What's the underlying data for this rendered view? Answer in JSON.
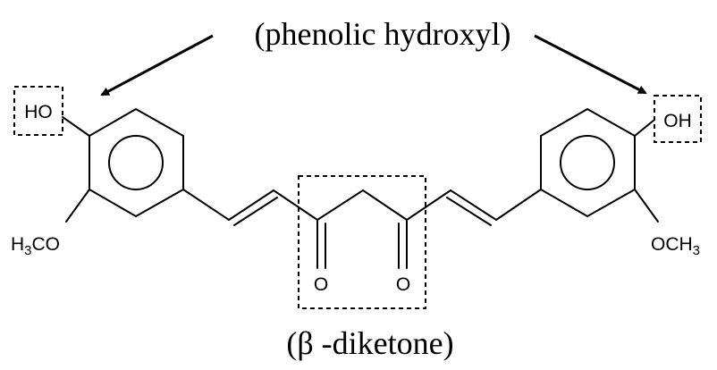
{
  "labels": {
    "phenolic": "(phenolic hydroxyl)",
    "diketone": "(β -diketone)"
  },
  "atoms": {
    "ho_left": "HO",
    "oh_right": "OH",
    "methoxy_left_main": "H",
    "methoxy_left_sub": "3",
    "methoxy_left_tail": "CO",
    "methoxy_right_main": "OCH",
    "methoxy_right_sub": "3",
    "oxygen_left": "O",
    "oxygen_right": "O"
  }
}
